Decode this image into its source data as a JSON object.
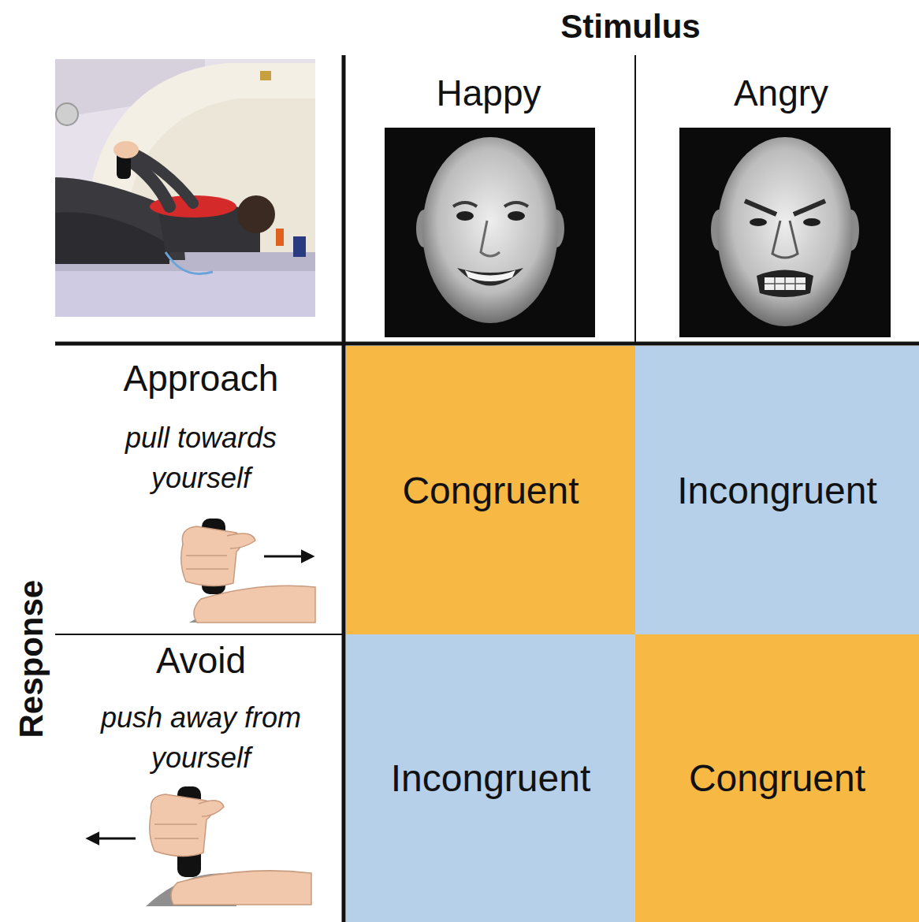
{
  "diagram": {
    "nodes": [
      {
        "text": [
          "Congruent"
        ]
      },
      {
        "text": [
          "Incongruent"
        ]
      },
      {
        "text": [
          "Incongruent"
        ]
      },
      {
        "text": [
          "Congruent"
        ]
      }
    ],
    "labels": [
      "Stimulus",
      "Happy",
      "Angry",
      "Approach",
      "pull towards yourself",
      "Avoid",
      "push away from yourself",
      "Response"
    ]
  }
}
